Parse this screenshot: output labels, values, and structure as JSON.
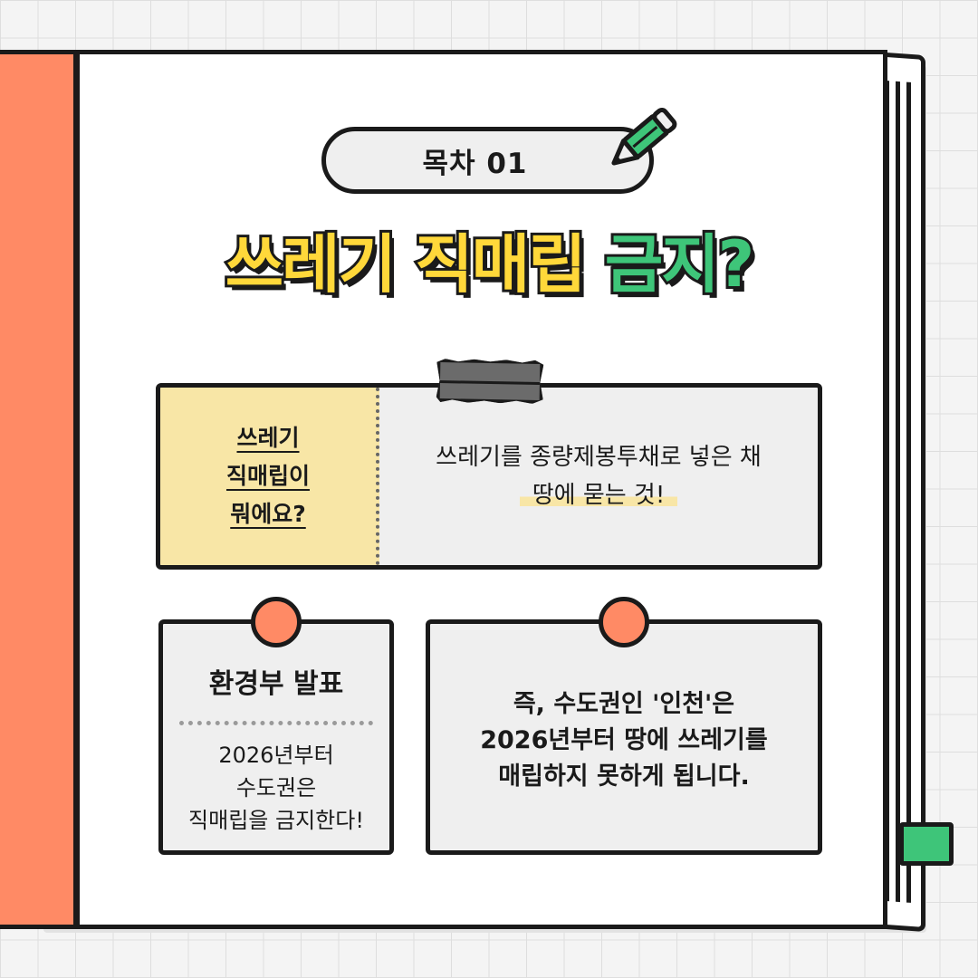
{
  "header": {
    "section_label": "목차 01"
  },
  "title": {
    "part_yellow": "쓰레기 직매립",
    "part_green": "금지?"
  },
  "definition": {
    "question_lines": [
      "쓰레기",
      "직매립이",
      "뭐에요?"
    ],
    "answer_line1": "쓰레기를 종량제봉투채로 넣은 채",
    "answer_line2": "땅에 묻는 것!"
  },
  "card_announcement": {
    "title": "환경부 발표",
    "body_lines": [
      "2026년부터",
      "수도권은",
      "직매립을 금지한다!"
    ]
  },
  "card_summary": {
    "lines": [
      "즉, 수도권인 '인천'은",
      "2026년부터 땅에 쓰레기를",
      "매립하지 못하게 됩니다."
    ]
  },
  "colors": {
    "spine": "#ff8a65",
    "accent_yellow": "#ffd83a",
    "accent_green": "#3ec579",
    "highlight": "#f8e6a6",
    "card_bg": "#efefef"
  },
  "icons": [
    "pencil-icon",
    "tape",
    "pin"
  ]
}
